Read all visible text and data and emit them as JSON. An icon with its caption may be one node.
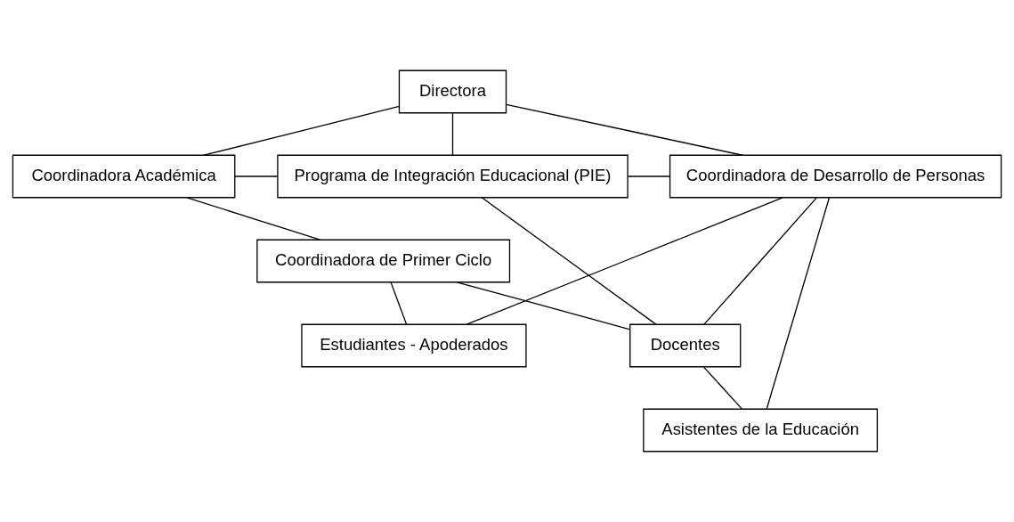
{
  "diagram": {
    "nodes": [
      {
        "text": [
          "Directora"
        ]
      },
      {
        "text": [
          "Coordinadora Académica"
        ]
      },
      {
        "text": [
          "Programa de Integración Educacional (PIE)"
        ]
      },
      {
        "text": [
          "Coordinadora de Desarrollo de Personas"
        ]
      },
      {
        "text": [
          "Coordinadora de Primer Ciclo"
        ]
      },
      {
        "text": [
          "Docentes"
        ]
      },
      {
        "text": [
          "Asistentes de la Educación"
        ]
      },
      {
        "text": [
          "Estudiantes - Apoderados"
        ]
      }
    ],
    "edges": [
      {
        "from": 0,
        "to": 1,
        "arrow": "none"
      },
      {
        "from": 0,
        "to": 2,
        "arrow": "none"
      },
      {
        "from": 0,
        "to": 3,
        "arrow": "none"
      },
      {
        "from": 1,
        "to": 2,
        "arrow": "none"
      },
      {
        "from": 2,
        "to": 3,
        "arrow": "none"
      },
      {
        "from": 1,
        "to": 4,
        "arrow": "none"
      },
      {
        "from": 2,
        "to": 5,
        "arrow": "none"
      },
      {
        "from": 3,
        "to": 5,
        "arrow": "none"
      },
      {
        "from": 3,
        "to": 6,
        "arrow": "none"
      },
      {
        "from": 4,
        "to": 5,
        "arrow": "none"
      },
      {
        "from": 5,
        "to": 6,
        "arrow": "none"
      },
      {
        "from": 4,
        "to": 7,
        "arrow": "none"
      },
      {
        "from": 3,
        "to": 7,
        "arrow": "none"
      }
    ]
  }
}
